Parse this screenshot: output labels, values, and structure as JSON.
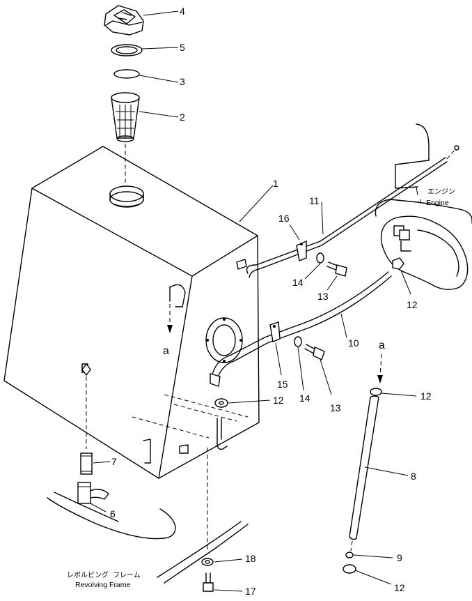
{
  "callouts": [
    {
      "id": "4"
    },
    {
      "id": "5"
    },
    {
      "id": "3"
    },
    {
      "id": "2"
    },
    {
      "id": "1"
    },
    {
      "id": "11"
    },
    {
      "id": "16"
    },
    {
      "id": "14a"
    },
    {
      "id": "13a"
    },
    {
      "id": "12a"
    },
    {
      "id": "10"
    },
    {
      "id": "15"
    },
    {
      "id": "14b"
    },
    {
      "id": "13b"
    },
    {
      "id": "12b"
    },
    {
      "id": "12c"
    },
    {
      "id": "8"
    },
    {
      "id": "7"
    },
    {
      "id": "6"
    },
    {
      "id": "9"
    },
    {
      "id": "12d"
    },
    {
      "id": "18"
    },
    {
      "id": "17"
    }
  ],
  "labels": {
    "n1": "1",
    "n2": "2",
    "n3": "3",
    "n4": "4",
    "n5": "5",
    "n6": "6",
    "n7": "7",
    "n8": "8",
    "n9": "9",
    "n10": "10",
    "n11": "11",
    "n12": "12",
    "n13": "13",
    "n14": "14",
    "n15": "15",
    "n16": "16",
    "n17": "17",
    "n18": "18",
    "engine_jp": "エンジン",
    "engine_en": "Engine",
    "frame_jp": "レボルビング フレーム",
    "frame_en": "Revolving Frame",
    "arrow_a": "a"
  }
}
